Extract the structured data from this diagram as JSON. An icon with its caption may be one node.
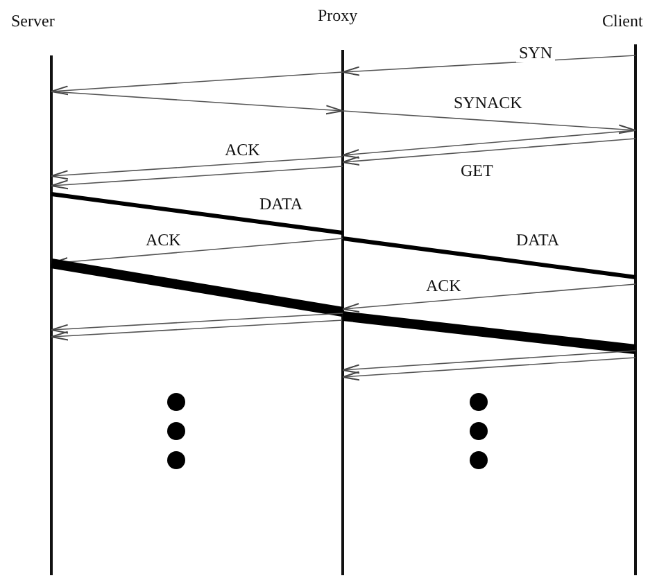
{
  "diagram": {
    "nodes": [
      {
        "text": [
          "Server"
        ]
      },
      {
        "text": [
          "Proxy"
        ]
      },
      {
        "text": [
          "Client"
        ]
      }
    ],
    "edges": [
      {
        "from": 2,
        "to": 1,
        "arrow": "to",
        "label": "SYN"
      },
      {
        "from": 1,
        "to": 0,
        "arrow": "to"
      },
      {
        "from": 0,
        "to": 1,
        "arrow": "to"
      },
      {
        "from": 1,
        "to": 2,
        "arrow": "to",
        "label": "SYNACK"
      },
      {
        "from": 2,
        "to": 1,
        "arrow": "to"
      },
      {
        "from": 2,
        "to": 1,
        "arrow": "to",
        "label": "GET"
      },
      {
        "from": 1,
        "to": 0,
        "arrow": "to",
        "label": "ACK"
      },
      {
        "from": 1,
        "to": 0,
        "arrow": "to"
      },
      {
        "from": 0,
        "to": 1,
        "arrow": "none",
        "label": "DATA",
        "style": "thick",
        "color": "#000000"
      },
      {
        "from": 1,
        "to": 0,
        "arrow": "to",
        "label": "ACK"
      },
      {
        "from": 1,
        "to": 2,
        "arrow": "none",
        "label": "DATA",
        "style": "thick",
        "color": "#000000"
      },
      {
        "from": 0,
        "to": 1,
        "arrow": "none",
        "style": "thick",
        "color": "#000000"
      },
      {
        "from": 2,
        "to": 1,
        "arrow": "to",
        "label": "ACK"
      },
      {
        "from": 1,
        "to": 0,
        "arrow": "to"
      },
      {
        "from": 1,
        "to": 0,
        "arrow": "to"
      },
      {
        "from": 1,
        "to": 2,
        "arrow": "none",
        "style": "thick",
        "color": "#000000"
      },
      {
        "from": 2,
        "to": 1,
        "arrow": "to"
      },
      {
        "from": 2,
        "to": 1,
        "arrow": "to"
      }
    ]
  }
}
